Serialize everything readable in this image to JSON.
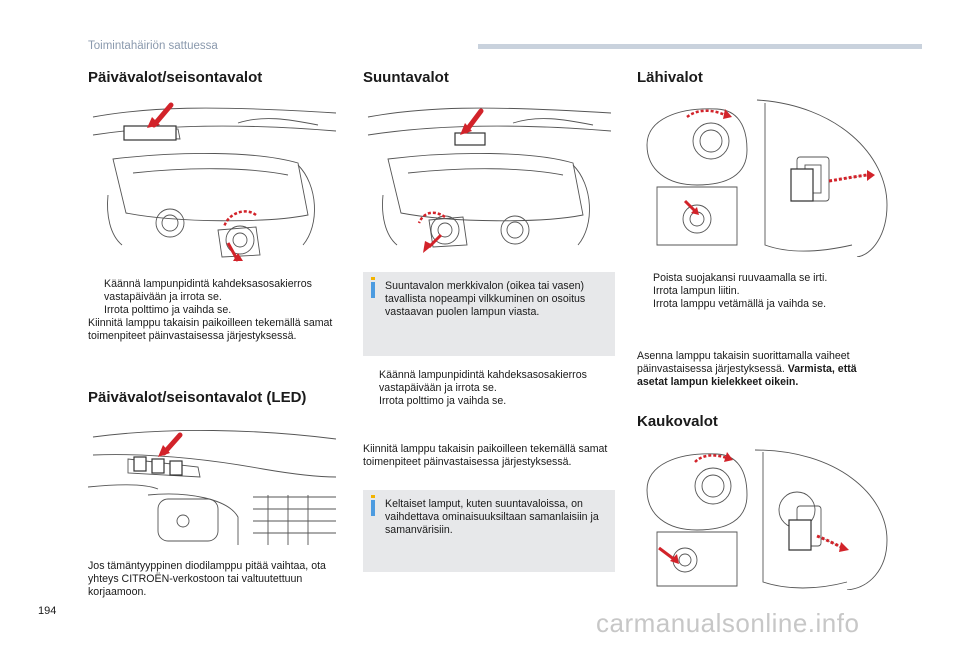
{
  "header": {
    "section": "Toimintahäiriön sattuessa"
  },
  "page_number": "194",
  "watermark": "carmanualsonline.info",
  "col1": {
    "title": "Päivävalot/seisontavalot",
    "steps": [
      "Käännä lampunpidintä kahdeksasosakierros vastapäivään ja irrota se.",
      "Irrota polttimo ja vaihda se."
    ],
    "note": "Kiinnitä lamppu takaisin paikoilleen tekemällä samat toimenpiteet päinvastaisessa järjestyksessä.",
    "title2": "Päivävalot/seisontavalot (LED)",
    "note2": "Jos tämäntyyppinen diodilamppu pitää vaihtaa, ota yhteys CITROËN-verkostoon tai valtuutettuun korjaamoon."
  },
  "col2": {
    "title": "Suuntavalot",
    "info1": "Suuntavalon merkkivalon (oikea tai vasen) tavallista nopeampi vilkkuminen on osoitus vastaavan puolen lampun viasta.",
    "steps": [
      "Käännä lampunpidintä kahdeksasosakierros vastapäivään ja irrota se.",
      "Irrota polttimo ja vaihda se."
    ],
    "note": "Kiinnitä lamppu takaisin paikoilleen tekemällä samat toimenpiteet päinvastaisessa järjestyksessä.",
    "info2": "Keltaiset lamput, kuten suuntavaloissa, on vaihdettava ominaisuuksiltaan samanlaisiin ja samanvärisiin."
  },
  "col3": {
    "title": "Lähivalot",
    "steps": [
      "Poista suojakansi ruuvaamalla se irti.",
      "Irrota lampun liitin.",
      "Irrota lamppu vetämällä ja vaihda se."
    ],
    "note_normal": "Asenna lamppu takaisin suorittamalla vaiheet päinvastaisessa järjestyksessä.",
    "note_bold": "Varmista, että asetat lampun kielekkeet oikein.",
    "title2": "Kaukovalot"
  },
  "bullet_marker": "",
  "colors": {
    "accent_red": "#d2232a",
    "info_blue": "#4c9be0",
    "info_bg": "#e7e8ea",
    "header_gray": "#8a99ad"
  }
}
